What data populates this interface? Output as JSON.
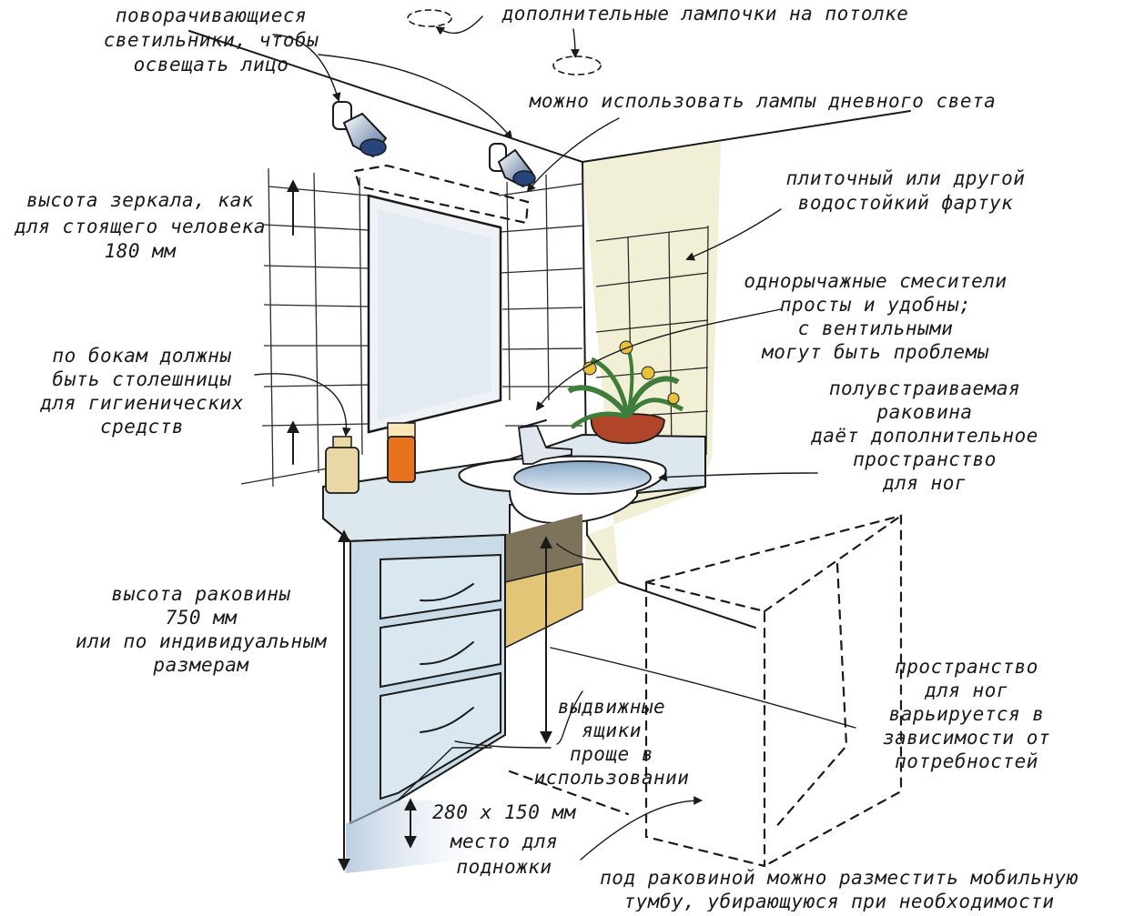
{
  "colors": {
    "ink": "#1a1a1a",
    "wall_tint": "#f1f0d6",
    "mirror": "#eef2f7",
    "cabinet": "#c9dbe6",
    "counter": "#dde8ee",
    "recess": "#7d735a",
    "door_yellow": "#e2c576",
    "floor": "#b9cde0",
    "plant_leaves": "#3f7d3a",
    "flowers": "#e7c03c",
    "pot": "#b0452a",
    "bottle_orange": "#e8731f",
    "bottle_cream": "#e9d8a6"
  },
  "labels": {
    "rotating_lamps": [
      "поворачивающиеся",
      "светильники, чтобы",
      "освещать лицо"
    ],
    "ceiling_lamps": [
      "дополнительные лампочки на потолке"
    ],
    "daylight_lamps": [
      "можно использовать лампы дневного света"
    ],
    "mirror_height": [
      "высота зеркала, как",
      "для стоящего человека",
      "180 мм"
    ],
    "tile_apron": [
      "плиточный или другой",
      "водостойкий фартук"
    ],
    "mixers": [
      "однорычажные смесители",
      "просты и удобны;",
      "с вентильными",
      "могут быть проблемы"
    ],
    "side_counters": [
      "по бокам должны",
      "быть столешницы",
      "для гигиенических",
      "средств"
    ],
    "semi_builtin_sink": [
      "полувстраиваемая",
      "раковина",
      "даёт дополнительное",
      "пространство",
      "для ног"
    ],
    "sink_height": [
      "высота раковины",
      "750 мм",
      "или по индивидуальным",
      "размерам"
    ],
    "leg_space": [
      "пространство",
      "для ног",
      "варьируется в",
      "зависимости от",
      "потребностей"
    ],
    "drawers": [
      "выдвижные",
      "ящики",
      "проще в",
      "использовании"
    ],
    "footrest": [
      "280 х 150 мм",
      "место для",
      "подножки"
    ],
    "mobile_cabinet": [
      "под раковиной можно разместить мобильную",
      "тумбу, убирающуюся при необходимости"
    ]
  },
  "icons": [
    "wall-lamp-icon",
    "ceiling-lamp-icon",
    "mirror-icon",
    "faucet-icon",
    "sink-icon",
    "plant-icon",
    "bottle-icon",
    "arrow-icon"
  ]
}
